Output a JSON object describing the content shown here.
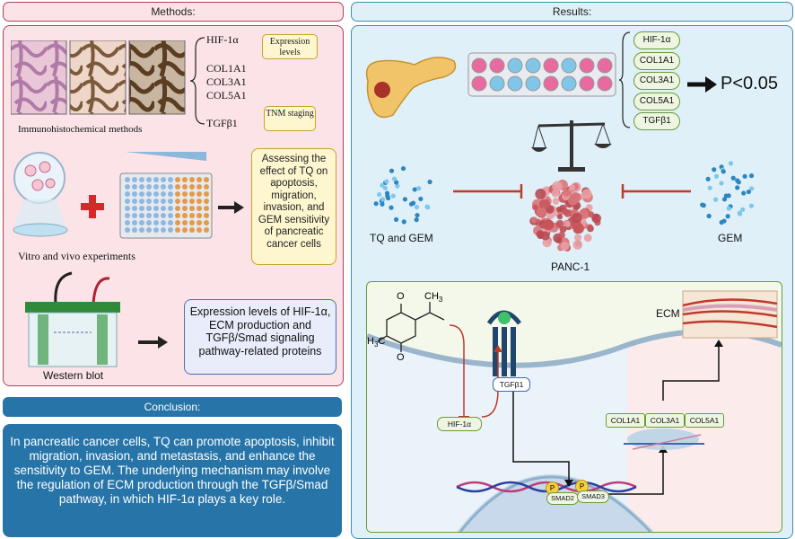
{
  "methods": {
    "header": "Methods:",
    "markers": [
      "HIF-1α",
      "COL1A1",
      "COL3A1",
      "COL5A1",
      "TGFβ1"
    ],
    "expression_levels": "Expression levels",
    "tnm_staging": "TNM staging",
    "ihc_label": "Immunohistochemical methods",
    "vitro_label": "Vitro and vivo experiments",
    "assessing_text": "Assessing the effect of TQ on apoptosis, migration, invasion, and GEM sensitivity of pancreatic cancer cells",
    "western_label": "Western blot",
    "expression_text": "Expression levels of HIF-1α, ECM production and TGFβ/Smad signaling pathway-related proteins"
  },
  "conclusion": {
    "header": "Conclusion:",
    "text": "In pancreatic cancer cells, TQ can promote apoptosis, inhibit migration, invasion, and metastasis, and enhance the sensitivity to GEM. The underlying mechanism may involve the regulation of ECM production through the TGFβ/Smad pathway, in which HIF-1α plays a key role."
  },
  "results": {
    "header": "Results:",
    "genes": [
      "HIF-1α",
      "COL1A1",
      "COL3A1",
      "COL5A1",
      "TGFβ1"
    ],
    "pvalue": "P<0.05",
    "tq_gem": "TQ and GEM",
    "gem": "GEM",
    "panc": "PANC-1",
    "pathway": {
      "ch3_top": "CH",
      "ch3_top_sub": "3",
      "h3c": "H",
      "h3c_sub": "3",
      "h3c_c": "C",
      "o": "O",
      "tgfb1": "TGFβ1",
      "hif": "HIF-1α",
      "ecm": "ECM",
      "col1a1": "COL1A1",
      "col3a1": "COL3A1",
      "col5a1": "COL5A1",
      "p": "P",
      "smad2": "SMAD2",
      "smad3": "SMAD3"
    }
  },
  "colors": {
    "methods_border": "#b0425a",
    "methods_bg": "#fbe3e8",
    "results_border": "#3b8fb5",
    "results_bg": "#dff0f8",
    "conclusion_bg": "#2775a8"
  }
}
